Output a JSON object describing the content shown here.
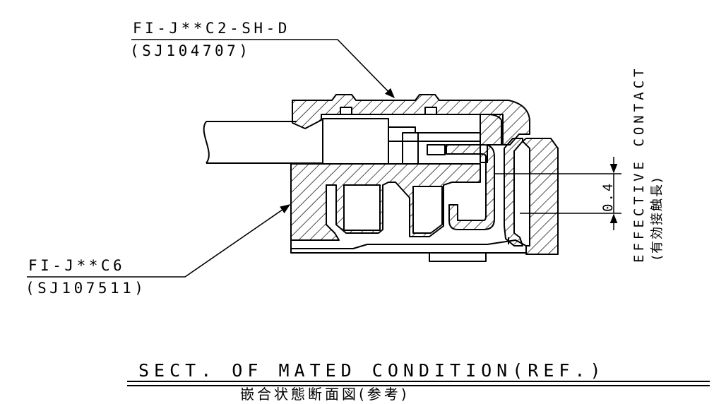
{
  "plug": {
    "part_number": "FI-J**C2-SH-D",
    "code": "(SJ104707)"
  },
  "receptacle": {
    "part_number": "FI-J**C6",
    "code": "(SJ107511)"
  },
  "contact": {
    "label_en": "EFFECTIVE CONTACT",
    "label_jp": "(有効接触長)",
    "dimension": "0.4"
  },
  "caption": {
    "title_en": "SECT. OF MATED CONDITION(REF.)",
    "title_jp": "嵌合状態断面図(参考)"
  }
}
